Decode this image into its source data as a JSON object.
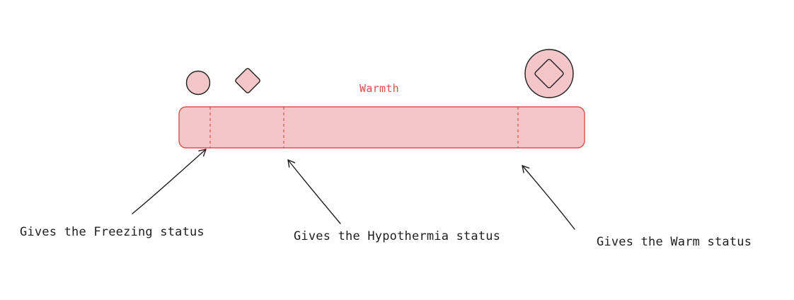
{
  "diagram": {
    "title": "Warmth",
    "annotations": {
      "freezing": "Gives the Freezing status",
      "hypothermia": "Gives the Hypothermia status",
      "warm": "Gives the Warm status"
    }
  },
  "colors": {
    "bar_fill": "#f5c6c8",
    "bar_stroke": "#d9514e",
    "title": "#d9514e",
    "ink": "#1e1e1e"
  }
}
